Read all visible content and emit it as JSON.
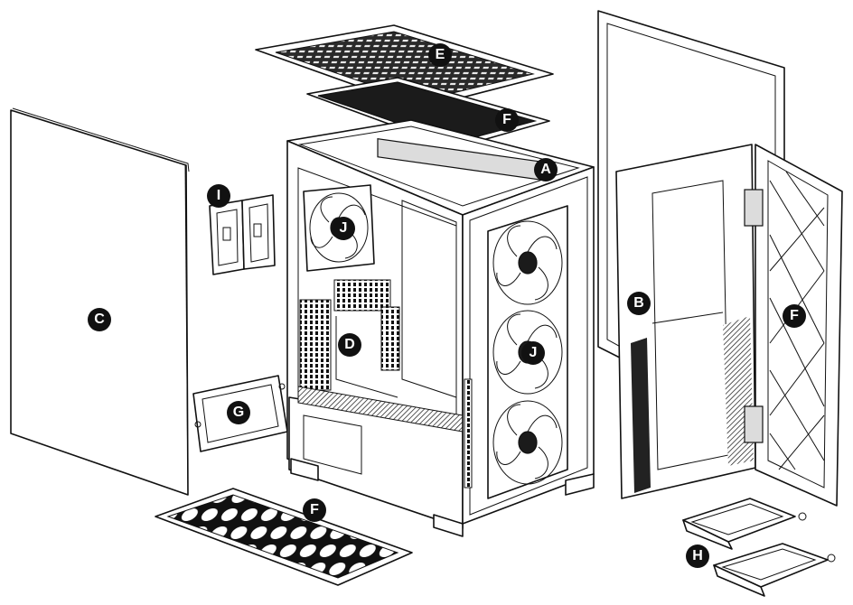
{
  "callouts": {
    "a": "A",
    "b": "B",
    "c": "C",
    "d": "D",
    "e": "E",
    "f_top": "F",
    "f_front": "F",
    "f_bottom": "F",
    "g": "G",
    "h": "H",
    "i": "I",
    "j_top": "J",
    "j_front": "J"
  }
}
